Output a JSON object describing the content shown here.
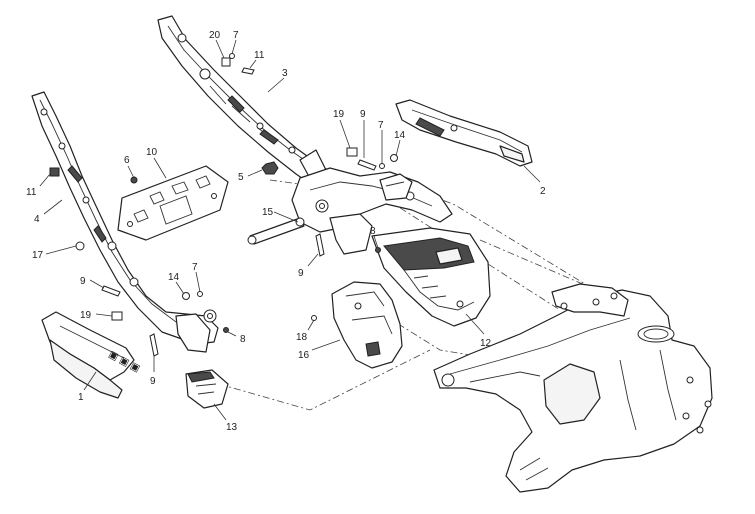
{
  "diagram": {
    "callouts": [
      {
        "id": "c20",
        "label": "20"
      },
      {
        "id": "c7a",
        "label": "7"
      },
      {
        "id": "c11a",
        "label": "11"
      },
      {
        "id": "c3",
        "label": "3"
      },
      {
        "id": "c19a",
        "label": "19"
      },
      {
        "id": "c9a",
        "label": "9"
      },
      {
        "id": "c7b",
        "label": "7"
      },
      {
        "id": "c14a",
        "label": "14"
      },
      {
        "id": "c2",
        "label": "2"
      },
      {
        "id": "c6",
        "label": "6"
      },
      {
        "id": "c10",
        "label": "10"
      },
      {
        "id": "c5",
        "label": "5"
      },
      {
        "id": "c11b",
        "label": "11"
      },
      {
        "id": "c4",
        "label": "4"
      },
      {
        "id": "c15",
        "label": "15"
      },
      {
        "id": "c8a",
        "label": "8"
      },
      {
        "id": "c17",
        "label": "17"
      },
      {
        "id": "c9b",
        "label": "9"
      },
      {
        "id": "c14b",
        "label": "14"
      },
      {
        "id": "c7c",
        "label": "7"
      },
      {
        "id": "c9c",
        "label": "9"
      },
      {
        "id": "c19b",
        "label": "19"
      },
      {
        "id": "c18",
        "label": "18"
      },
      {
        "id": "c8b",
        "label": "8"
      },
      {
        "id": "c12",
        "label": "12"
      },
      {
        "id": "c16",
        "label": "16"
      },
      {
        "id": "c1",
        "label": "1"
      },
      {
        "id": "c9d",
        "label": "9"
      },
      {
        "id": "c13",
        "label": "13"
      }
    ]
  }
}
